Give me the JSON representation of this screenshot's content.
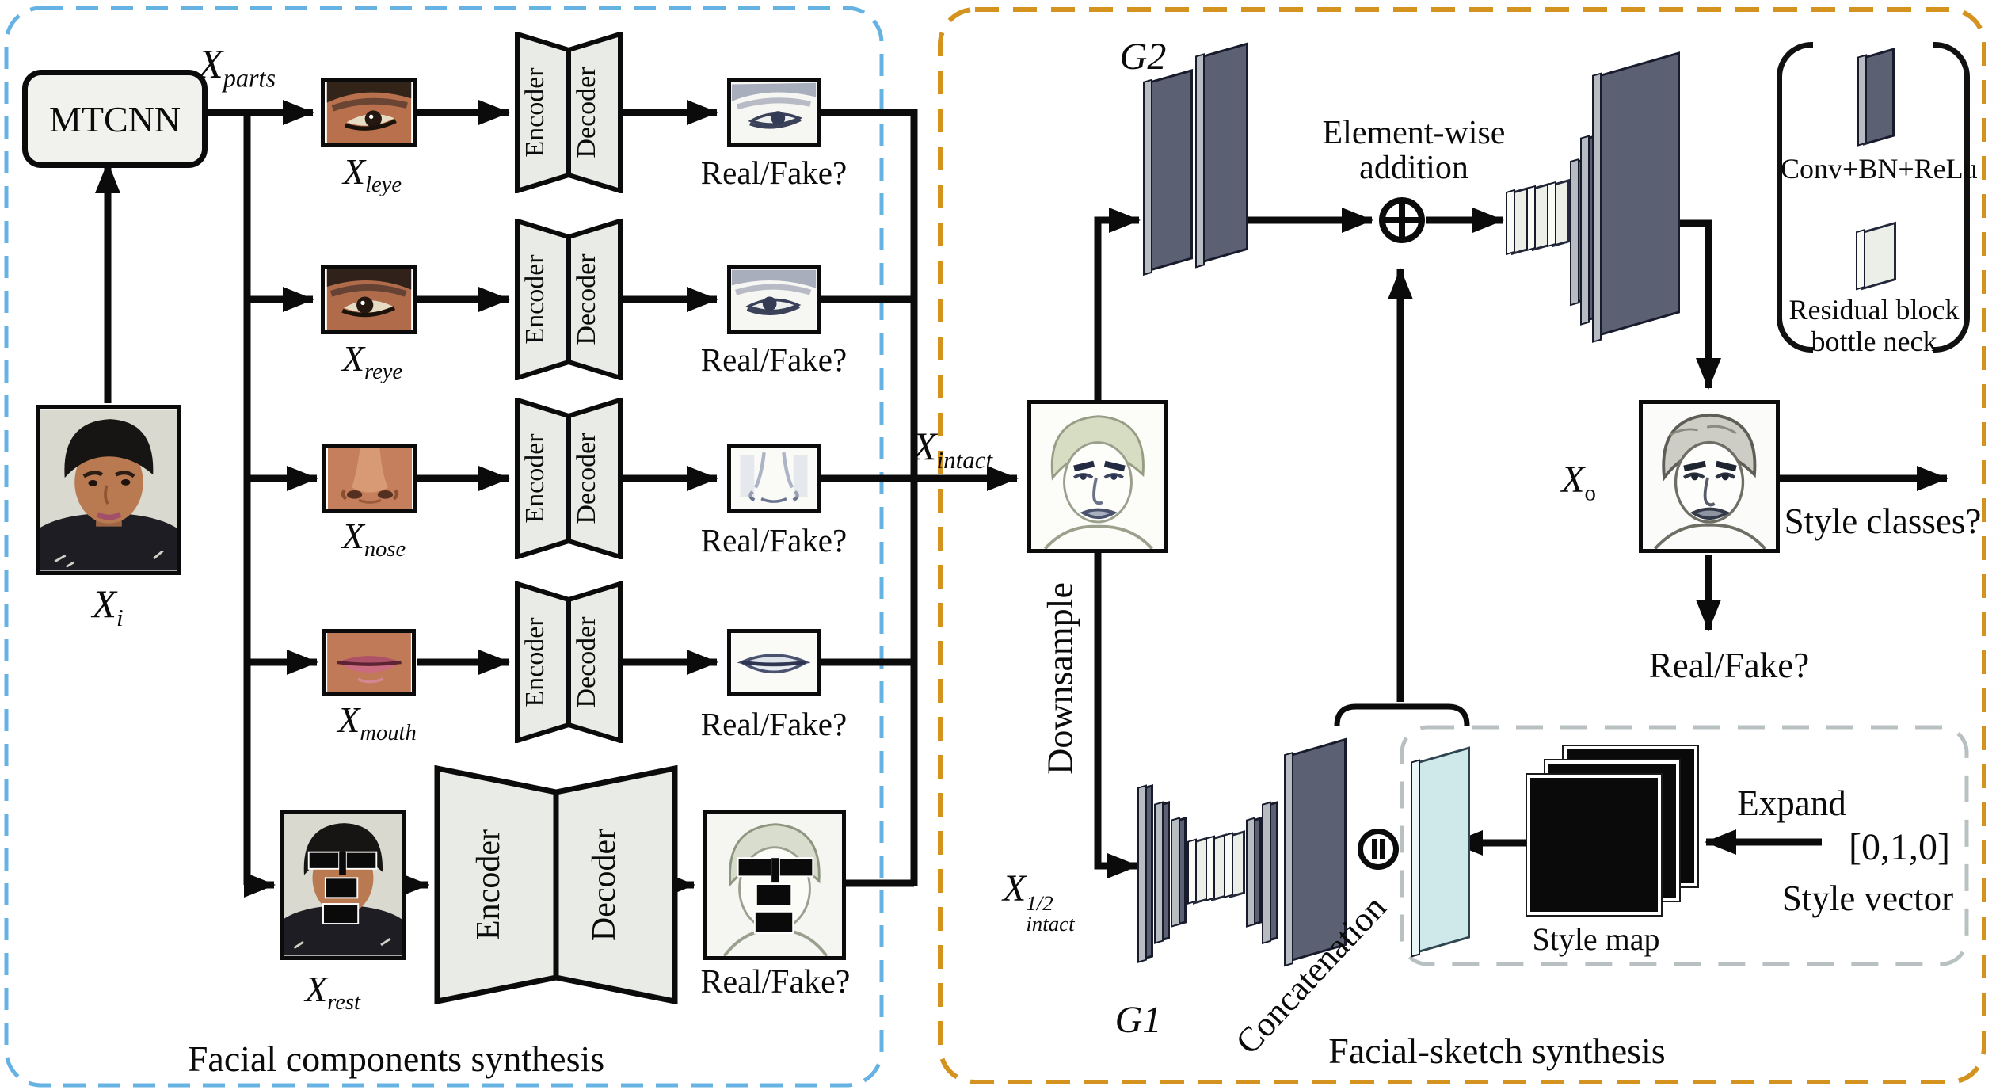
{
  "figure": {
    "left_panel": {
      "caption": "Facial components synthesis",
      "mtcnn_label": "MTCNN",
      "input_image_label": {
        "base": "X",
        "sub": "i"
      },
      "parts_label": {
        "base": "X",
        "sub": "parts"
      },
      "rows": [
        {
          "part_label": {
            "base": "X",
            "sub": "leye"
          },
          "encoder_label": "Encoder",
          "decoder_label": "Decoder",
          "verdict_label": "Real/Fake?"
        },
        {
          "part_label": {
            "base": "X",
            "sub": "reye"
          },
          "encoder_label": "Encoder",
          "decoder_label": "Decoder",
          "verdict_label": "Real/Fake?"
        },
        {
          "part_label": {
            "base": "X",
            "sub": "nose"
          },
          "encoder_label": "Encoder",
          "decoder_label": "Decoder",
          "verdict_label": "Real/Fake?"
        },
        {
          "part_label": {
            "base": "X",
            "sub": "mouth"
          },
          "encoder_label": "Encoder",
          "decoder_label": "Decoder",
          "verdict_label": "Real/Fake?"
        },
        {
          "part_label": {
            "base": "X",
            "sub": "rest"
          },
          "encoder_label": "Encoder",
          "decoder_label": "Decoder",
          "verdict_label": "Real/Fake?"
        }
      ]
    },
    "right_panel": {
      "caption": "Facial-sketch  synthesis",
      "intact_label": {
        "base": "X",
        "sub": "intact"
      },
      "downsample_label": "Downsample",
      "half_intact_label": {
        "base": "X",
        "sup": "1/2",
        "sub": "intact"
      },
      "g1_label": "G1",
      "g2_label": "G2",
      "elementwise_addition": {
        "line1": "Element-wise",
        "line2": "addition"
      },
      "concatenation_label": "Concatenation",
      "output_label": {
        "base": "X",
        "sub": "o"
      },
      "style_classes_label": "Style classes?",
      "output_verdict_label": "Real/Fake?",
      "style_module": {
        "style_map_label": "Style map",
        "expand_label": "Expand",
        "style_vector_value": "[0,1,0]",
        "style_vector_label": "Style vector"
      }
    },
    "legend": {
      "conv_label": "Conv+BN+ReLu",
      "residual_label_line1": "Residual block",
      "residual_label_line2": "bottle neck"
    },
    "icons": {
      "element-wise-addition-icon": "⊕",
      "concatenation-icon": "∥"
    },
    "colors": {
      "left_panel_border": "#66b3e3",
      "right_panel_border": "#d4921e",
      "style_module_border": "#b9c0c1",
      "conv_slab": "#5b6173",
      "residual_slab": "#eceee8",
      "style_plane": "#cfe9ea",
      "wire": "#0b0b0b"
    }
  }
}
